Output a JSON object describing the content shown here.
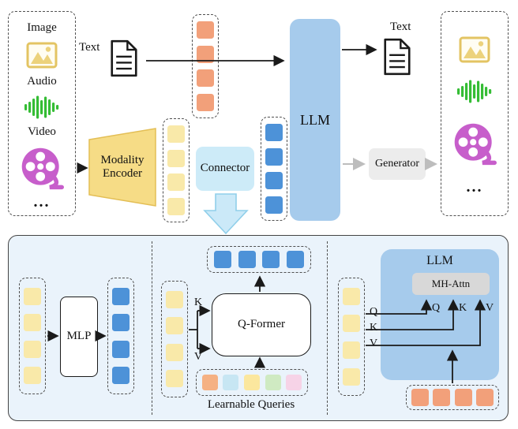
{
  "top": {
    "inputs": {
      "image_label": "Image",
      "audio_label": "Audio",
      "video_label": "Video",
      "more": "..."
    },
    "text_in": "Text",
    "encoder": "Modality Encoder",
    "connector": "Connector",
    "llm": "LLM",
    "text_out": "Text",
    "generator": "Generator",
    "outputs_more": "..."
  },
  "bottom": {
    "mlp": "MLP",
    "qformer": "Q-Former",
    "k_label": "K",
    "v_label": "V",
    "learnable_queries": "Learnable Queries",
    "llm": "LLM",
    "mh_attn": "MH-Attn",
    "qkv_left": {
      "q": "Q",
      "k": "K",
      "v": "V"
    },
    "qkv_top": {
      "q": "Q",
      "k": "K",
      "v": "V"
    }
  },
  "colors": {
    "token_orange": "#F2A07A",
    "token_yellow": "#F9E9A9",
    "token_blue": "#4D92D8",
    "llm": "#A6CBEC",
    "connector": "#CDEBF8",
    "generator": "#ECECEC",
    "encoder": "#F6DC86",
    "panel": "#EAF3FB",
    "mh_attn": "#D8D8D8",
    "audio_green": "#35BD35",
    "reel_magenta": "#C75ECB",
    "down_arrow": "#CBE9F8"
  },
  "tokens": {
    "text_tokens": [
      "#F2A07A",
      "#F2A07A",
      "#F2A07A",
      "#F2A07A"
    ],
    "enc_features": [
      "#F9E9A9",
      "#F9E9A9",
      "#F9E9A9",
      "#F9E9A9"
    ],
    "conn_out": [
      "#4D92D8",
      "#4D92D8",
      "#4D92D8",
      "#4D92D8"
    ],
    "mlp_in": [
      "#F9E9A9",
      "#F9E9A9",
      "#F9E9A9",
      "#F9E9A9"
    ],
    "mlp_out": [
      "#4D92D8",
      "#4D92D8",
      "#4D92D8",
      "#4D92D8"
    ],
    "qf_in": [
      "#F9E9A9",
      "#F9E9A9",
      "#F9E9A9",
      "#F9E9A9"
    ],
    "qf_out": [
      "#4D92D8",
      "#4D92D8",
      "#4D92D8",
      "#4D92D8"
    ],
    "queries": [
      "#F5B183",
      "#C7E6F3",
      "#FBE79E",
      "#CFEAC2",
      "#F6D3E7"
    ],
    "ca_in": [
      "#F9E9A9",
      "#F9E9A9",
      "#F9E9A9",
      "#F9E9A9"
    ],
    "ca_text": [
      "#F2A07A",
      "#F2A07A",
      "#F2A07A",
      "#F2A07A"
    ]
  }
}
